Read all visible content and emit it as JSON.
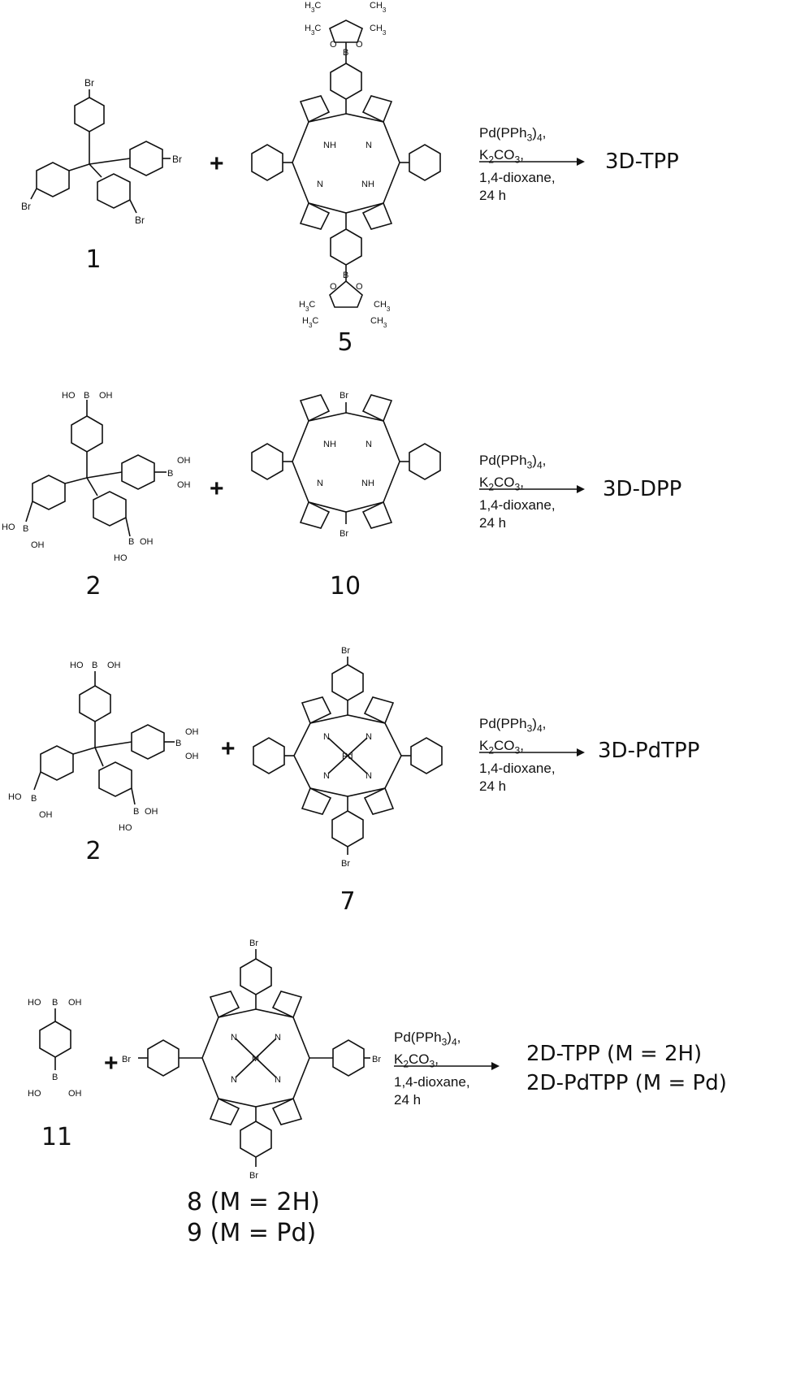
{
  "conditions": {
    "catalyst": "Pd(PPh3)4,",
    "base": "K2CO3,",
    "solvent": "1,4-dioxane,",
    "time": "24 h"
  },
  "atoms": {
    "Br": "Br",
    "B": "B",
    "OH": "OH",
    "HO": "HO",
    "O": "O",
    "NH": "NH",
    "N": "N",
    "CH3": "CH3",
    "H3C": "H3C",
    "Pd": "Pd",
    "M": "M"
  },
  "plus": "+",
  "schemes": [
    {
      "reactant1": "1",
      "reactant2": "5",
      "product": "3D-TPP"
    },
    {
      "reactant1": "2",
      "reactant2": "10",
      "product": "3D-DPP"
    },
    {
      "reactant1": "2",
      "reactant2": "7",
      "product": "3D-PdTPP"
    },
    {
      "reactant1": "11",
      "reactant2_line1": "8 (M = 2H)",
      "reactant2_line2": "9 (M = Pd)",
      "product_line1": "2D-TPP (M = 2H)",
      "product_line2": "2D-PdTPP (M = Pd)"
    }
  ]
}
